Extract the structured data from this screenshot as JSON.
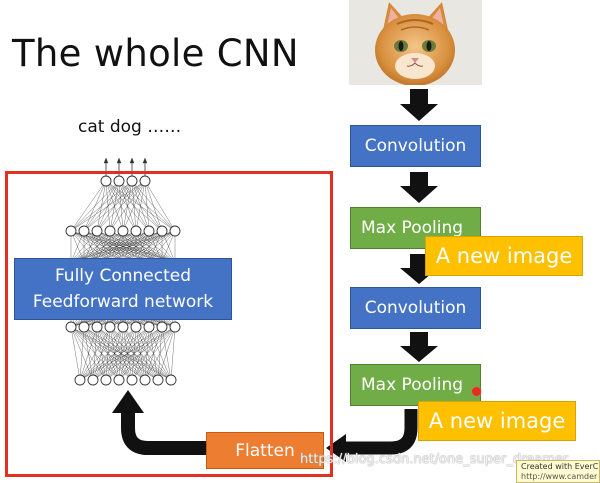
{
  "title": "The whole CNN",
  "outputs_label": "cat dog ……",
  "pipeline": {
    "conv1": "Convolution",
    "pool1": "Max Pooling",
    "new_image_1": "A new image",
    "conv2": "Convolution",
    "pool2": "Max Pooling",
    "new_image_2": "A new image",
    "flatten": "Flatten"
  },
  "fc_network": {
    "line1": "Fully Connected",
    "line2": "Feedforward network"
  },
  "watermark": "https://blog.csdn.net/one_super_dreamer",
  "credit": {
    "line1": "Created with EverC",
    "line2": "http://www.camder"
  },
  "colors": {
    "blue": "#4472c4",
    "green": "#70ad47",
    "orange": "#ed7d31",
    "yellow": "#ffc000",
    "red": "#e03020"
  }
}
